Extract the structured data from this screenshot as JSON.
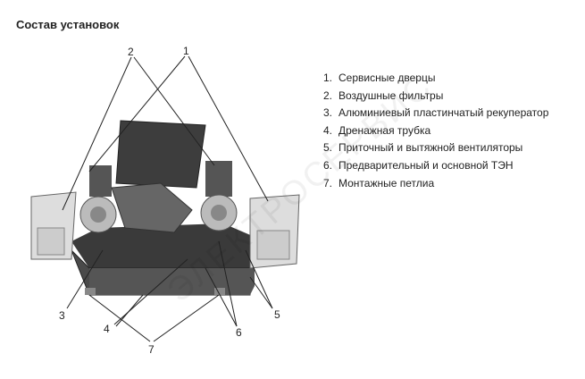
{
  "title": "Состав установок",
  "legend": [
    {
      "n": "1.",
      "text": "Сервисные дверцы"
    },
    {
      "n": "2.",
      "text": "Воздушные фильтры"
    },
    {
      "n": "3.",
      "text": "Алюминиевый пластинчатый рекуператор"
    },
    {
      "n": "4.",
      "text": "Дренажная трубка"
    },
    {
      "n": "5.",
      "text": "Приточный и вытяжной вентиляторы"
    },
    {
      "n": "6.",
      "text": "Предварительный и основной ТЭН"
    },
    {
      "n": "7.",
      "text": "Монтажные петлиа"
    }
  ],
  "callouts": {
    "c1": "1",
    "c2": "2",
    "c3": "3",
    "c4": "4",
    "c5": "5",
    "c6": "6",
    "c7": "7"
  },
  "watermark": "ЭЛЕКТРОСЕРВИС"
}
